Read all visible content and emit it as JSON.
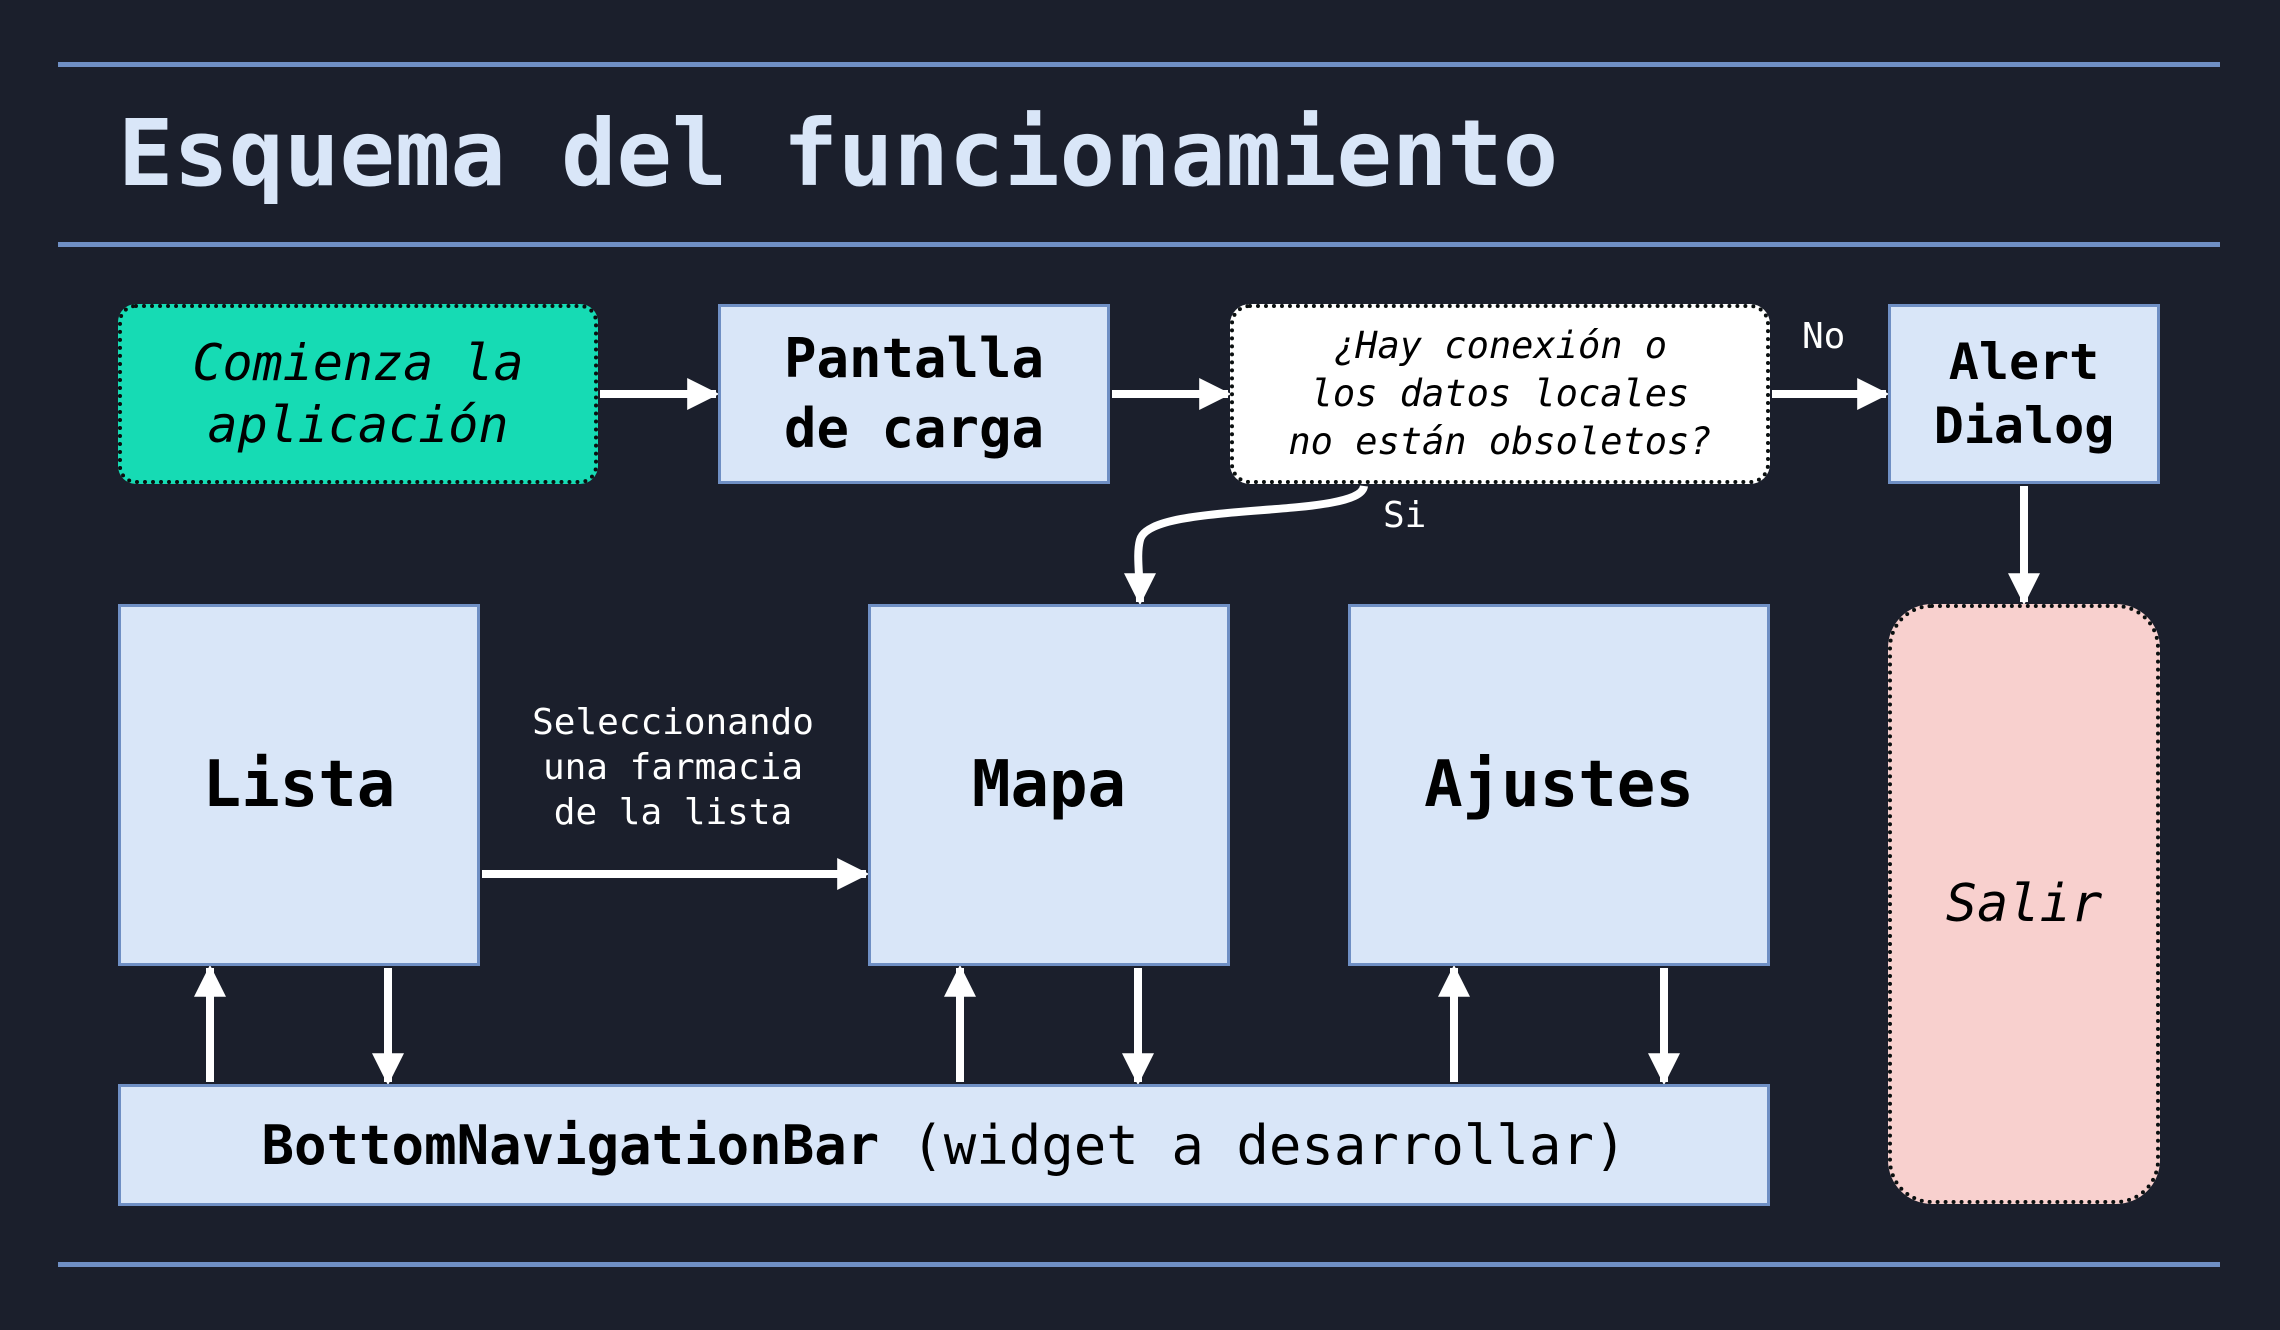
{
  "title": "Esquema del funcionamiento",
  "nodes": {
    "start": [
      "Comienza la",
      "aplicación"
    ],
    "loading": [
      "Pantalla",
      "de carga"
    ],
    "decision": [
      "¿Hay conexión o",
      "los datos locales",
      "no están obsoletos?"
    ],
    "alert": [
      "Alert",
      "Dialog"
    ],
    "exit": "Salir",
    "lista": "Lista",
    "mapa": "Mapa",
    "ajustes": "Ajustes",
    "navbar": {
      "name": "BottomNavigationBar",
      "description": "(widget a desarrollar)"
    }
  },
  "edge_labels": {
    "no": "No",
    "yes": "Si",
    "select": [
      "Seleccionando",
      "una farmacia",
      "de la lista"
    ]
  },
  "colors": {
    "background": "#1b1f2c",
    "rule": "#6f8fc4",
    "title": "#d9e6f8",
    "box_fill": "#d9e6f8",
    "box_border": "#6f8fc4",
    "start_fill": "#16dbb4",
    "exit_fill": "#f8d0ce",
    "arrow": "#ffffff"
  }
}
